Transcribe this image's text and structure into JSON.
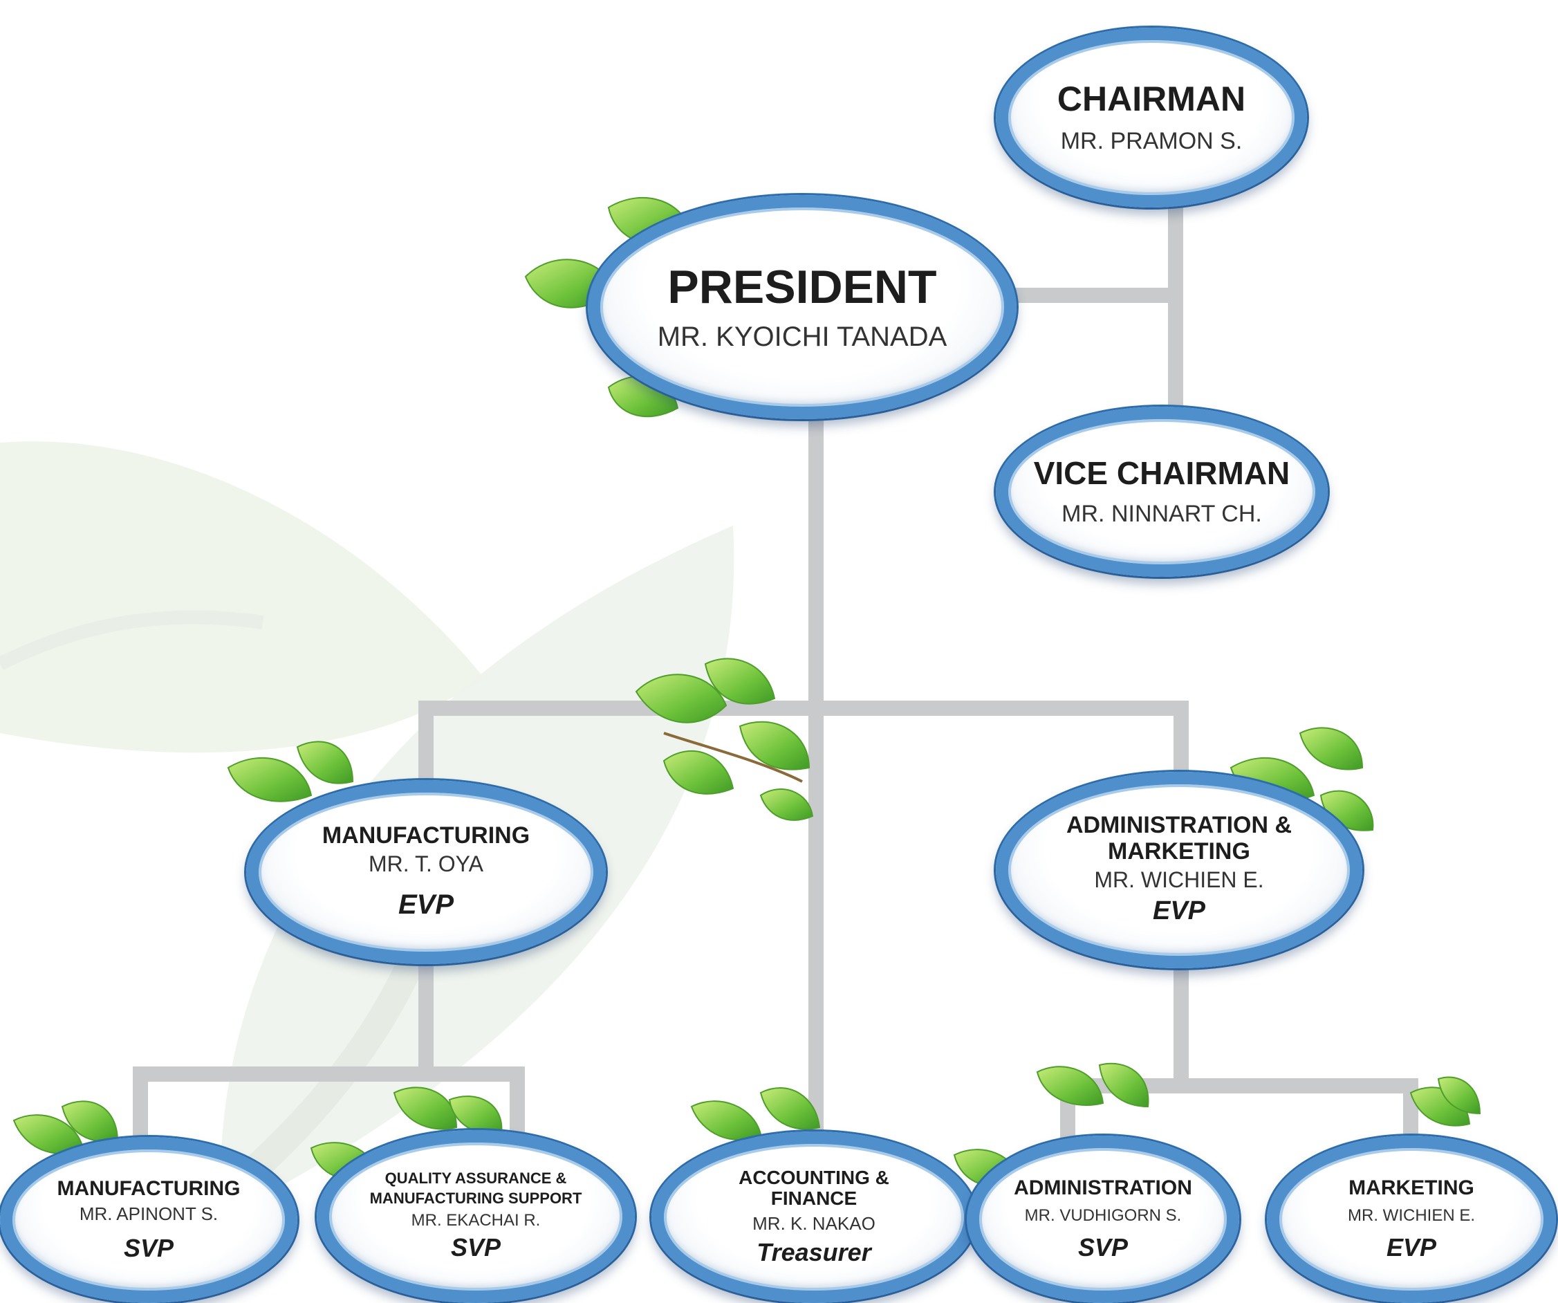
{
  "colors": {
    "ellipse_border": "#4f8fcc",
    "connector": "#c8cacc",
    "leaf": "#7cc43c"
  },
  "nodes": {
    "chairman": {
      "title": "CHAIRMAN",
      "name": "MR. PRAMON S."
    },
    "president": {
      "title": "PRESIDENT",
      "name": "MR. KYOICHI TANADA"
    },
    "vice_chairman": {
      "title": "VICE CHAIRMAN",
      "name": "MR. NINNART CH."
    },
    "manufacturing_evp": {
      "title": "MANUFACTURING",
      "name": "MR. T. OYA",
      "role": "EVP"
    },
    "admin_marketing_evp": {
      "title_line1": "ADMINISTRATION &",
      "title_line2": "MARKETING",
      "name": "MR. WICHIEN E.",
      "role": "EVP"
    },
    "manufacturing_svp": {
      "title": "MANUFACTURING",
      "name": "MR. APINONT S.",
      "role": "SVP"
    },
    "qa_svp": {
      "title_line1": "QUALITY ASSURANCE &",
      "title_line2": "MANUFACTURING SUPPORT",
      "name": "MR. EKACHAI R.",
      "role": "SVP"
    },
    "accounting": {
      "title_line1": "ACCOUNTING &",
      "title_line2": "FINANCE",
      "name": "MR. K. NAKAO",
      "role": "Treasurer"
    },
    "administration_svp": {
      "title": "ADMINISTRATION",
      "name": "MR. VUDHIGORN S.",
      "role": "SVP"
    },
    "marketing_evp": {
      "title": "MARKETING",
      "name": "MR. WICHIEN E.",
      "role": "EVP"
    }
  }
}
